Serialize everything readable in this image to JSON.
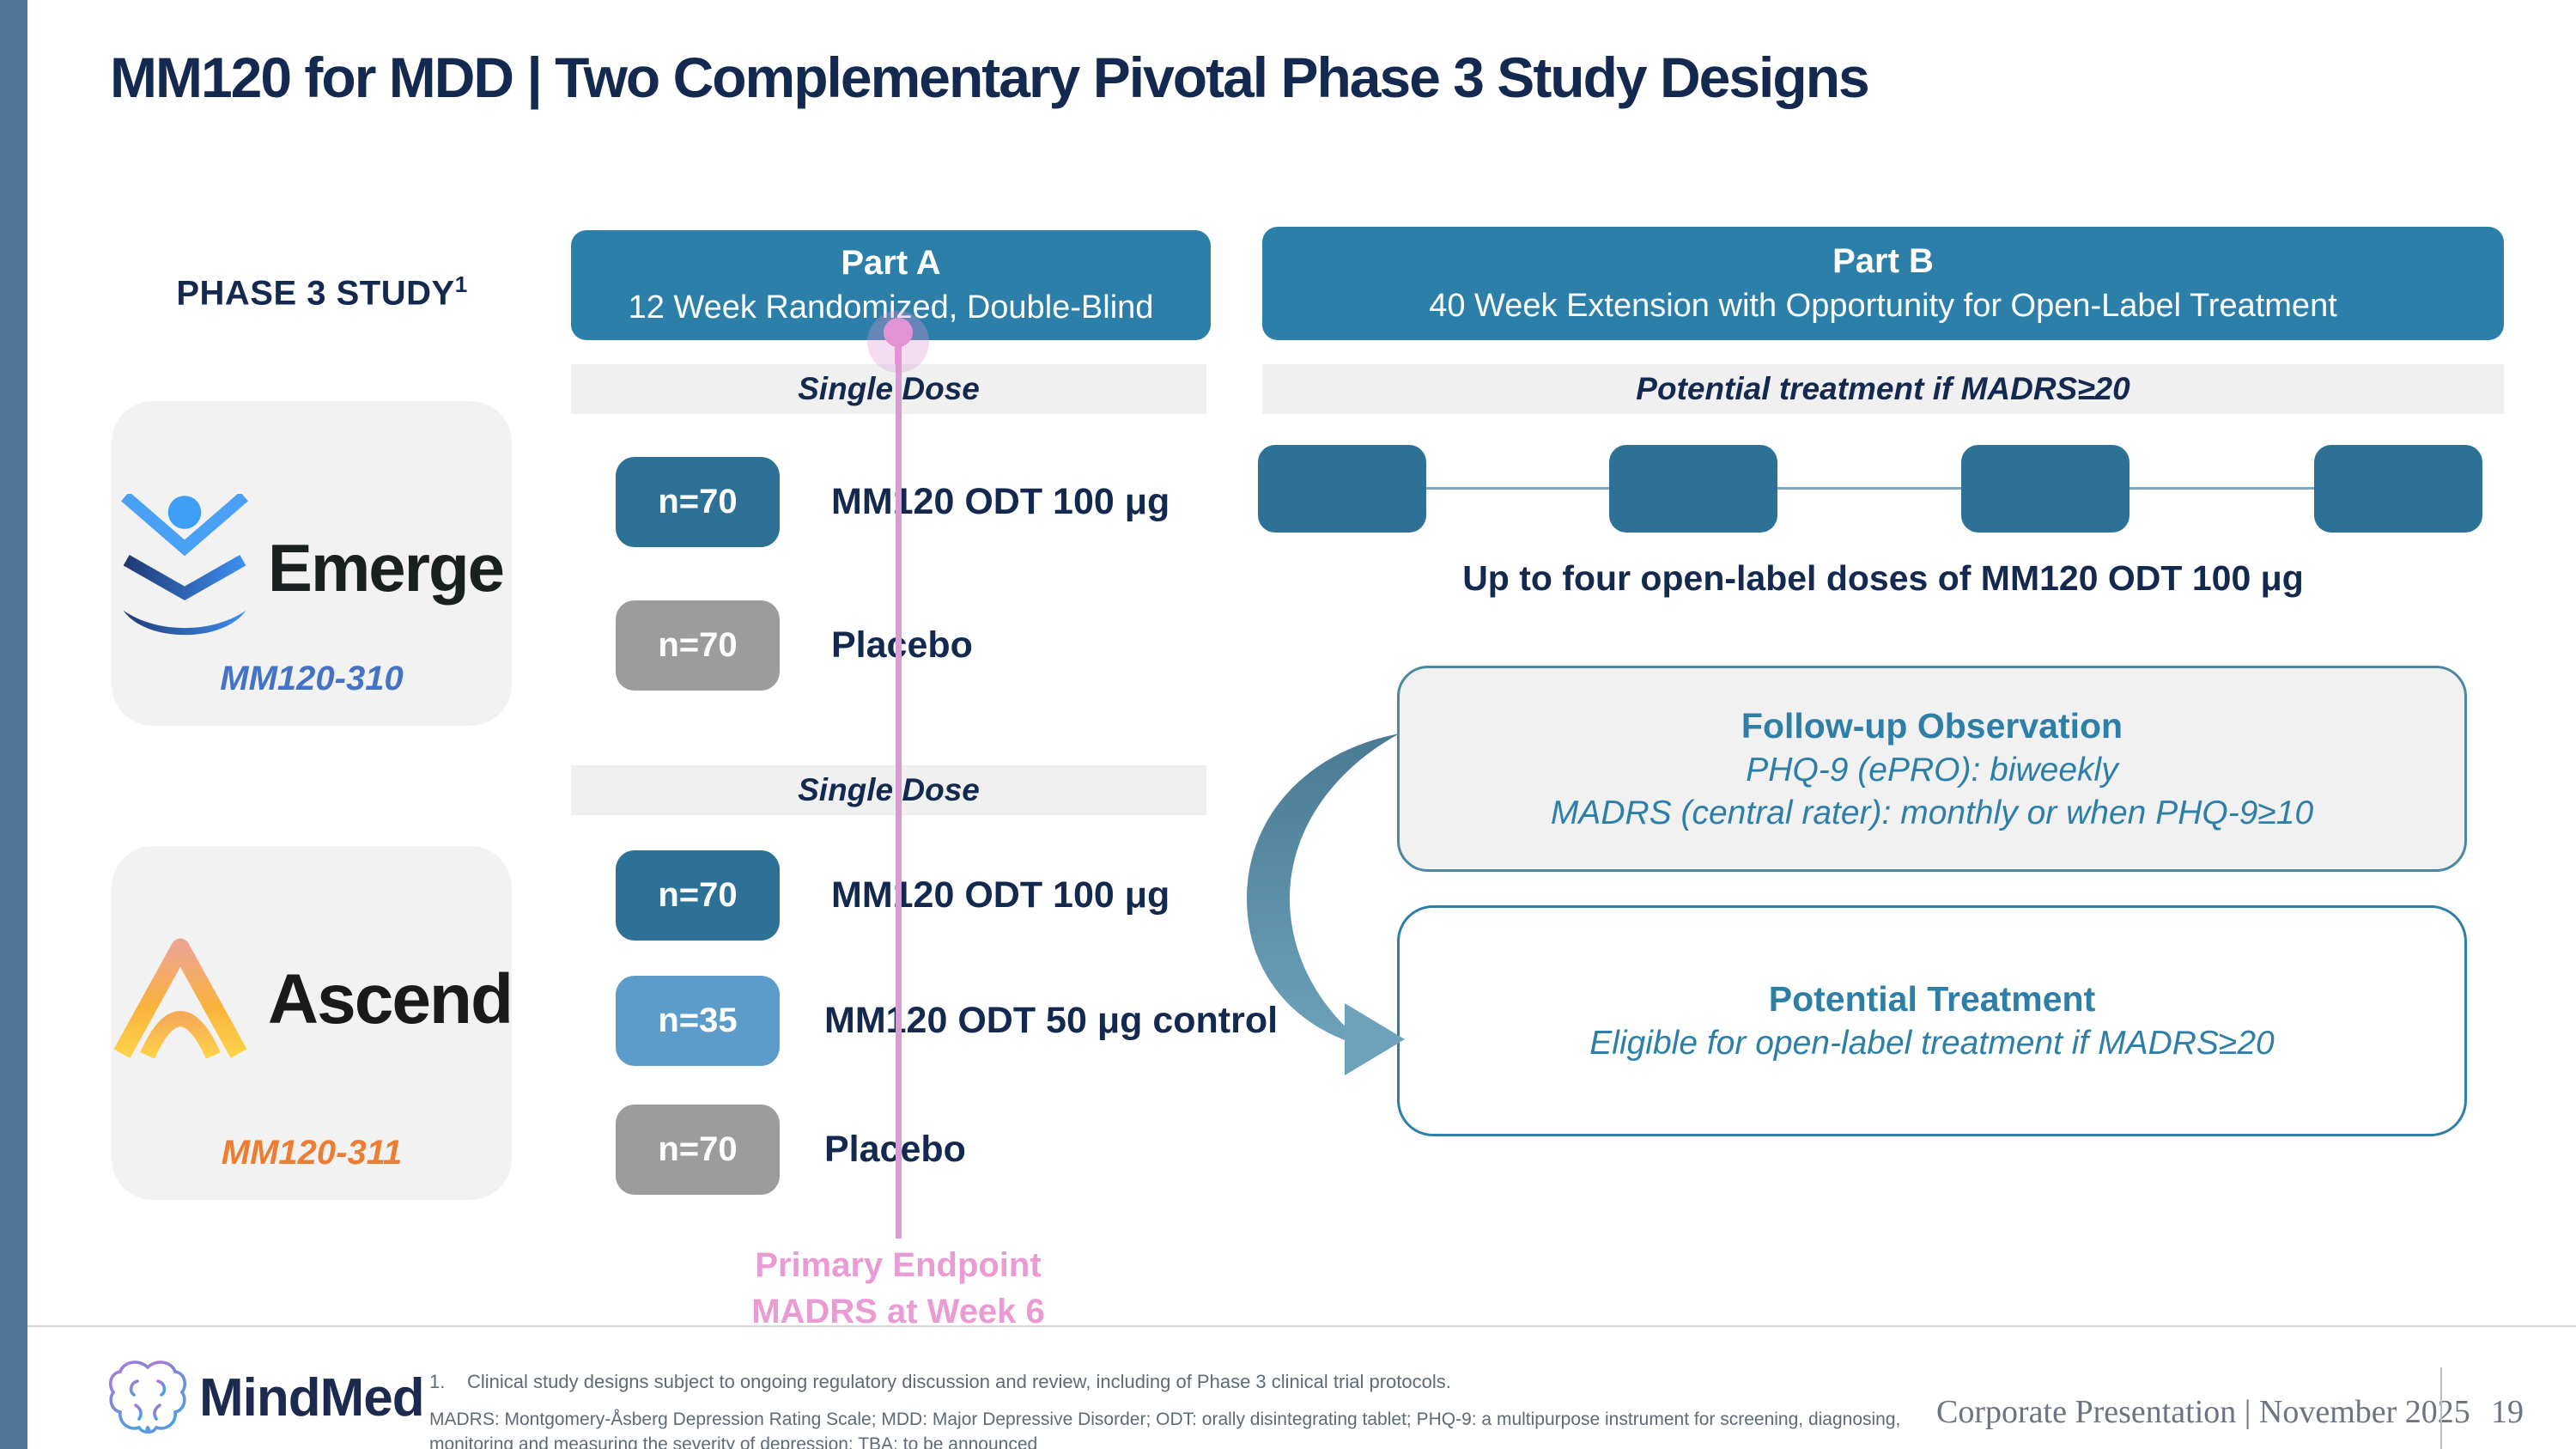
{
  "slide": {
    "title": "MM120 for MDD | Two Complementary Pivotal Phase 3 Study Designs",
    "phase_label": "PHASE 3 STUDY",
    "phase_label_sup": "1"
  },
  "part_a": {
    "title": "Part A",
    "subtitle": "12 Week Randomized, Double-Blind",
    "bar1": "Single Dose",
    "bar2": "Single Dose",
    "primary_endpoint_line1": "Primary Endpoint",
    "primary_endpoint_line2": "MADRS at Week 6"
  },
  "part_b": {
    "title": "Part B",
    "subtitle": "40 Week Extension with Opportunity for Open-Label Treatment",
    "bar": "Potential treatment if MADRS≥20",
    "open_label_dose_count": 4,
    "open_caption": "Up to four open-label doses of MM120 ODT 100 μg",
    "followup": {
      "title": "Follow-up Observation",
      "line1": "PHQ-9 (ePRO): biweekly",
      "line2": "MADRS (central rater): monthly or when PHQ-9≥10"
    },
    "potential": {
      "title": "Potential Treatment",
      "line1": "Eligible for open-label treatment if MADRS≥20"
    }
  },
  "studies": [
    {
      "name": "Emerge",
      "id": "MM120-310",
      "arms": [
        {
          "n": "n=70",
          "label": "MM120 ODT 100 μg",
          "color": "#2d7296"
        },
        {
          "n": "n=70",
          "label": "Placebo",
          "color": "#9c9c9c"
        }
      ]
    },
    {
      "name": "Ascend",
      "id": "MM120-311",
      "arms": [
        {
          "n": "n=70",
          "label": "MM120 ODT 100 μg",
          "color": "#2d7296"
        },
        {
          "n": "n=35",
          "label": "MM120 ODT 50 μg control",
          "color": "#5b9ccb"
        },
        {
          "n": "n=70",
          "label": "Placebo",
          "color": "#9c9c9c"
        }
      ]
    }
  ],
  "footer": {
    "brand": "MindMed",
    "footnote1_marker": "1.",
    "footnote1": "Clinical study designs subject to ongoing regulatory discussion and review, including of Phase 3 clinical trial protocols.",
    "footnote2": "MADRS: Montgomery-Åsberg Depression Rating Scale; MDD: Major Depressive Disorder; ODT: orally disintegrating tablet; PHQ-9: a multipurpose instrument for screening, diagnosing, monitoring and measuring the severity of depression; TBA: to be announced",
    "corp": "Corporate Presentation | November 2025",
    "page": "19"
  },
  "colors": {
    "accent_bar": "#4d7795",
    "header_teal": "#2c7fa8",
    "dose_teal": "#2d7296",
    "dose_blue": "#5b9ccb",
    "dose_gray": "#9c9c9c",
    "navy_text": "#14294f",
    "pink_line": "#dc9bd2",
    "pink_text": "#ea9bd4",
    "teal_text": "#2d7fa8",
    "study_id_blue": "#4472c4",
    "study_id_orange": "#ed7d31",
    "footnote_gray": "#5f6a77"
  }
}
